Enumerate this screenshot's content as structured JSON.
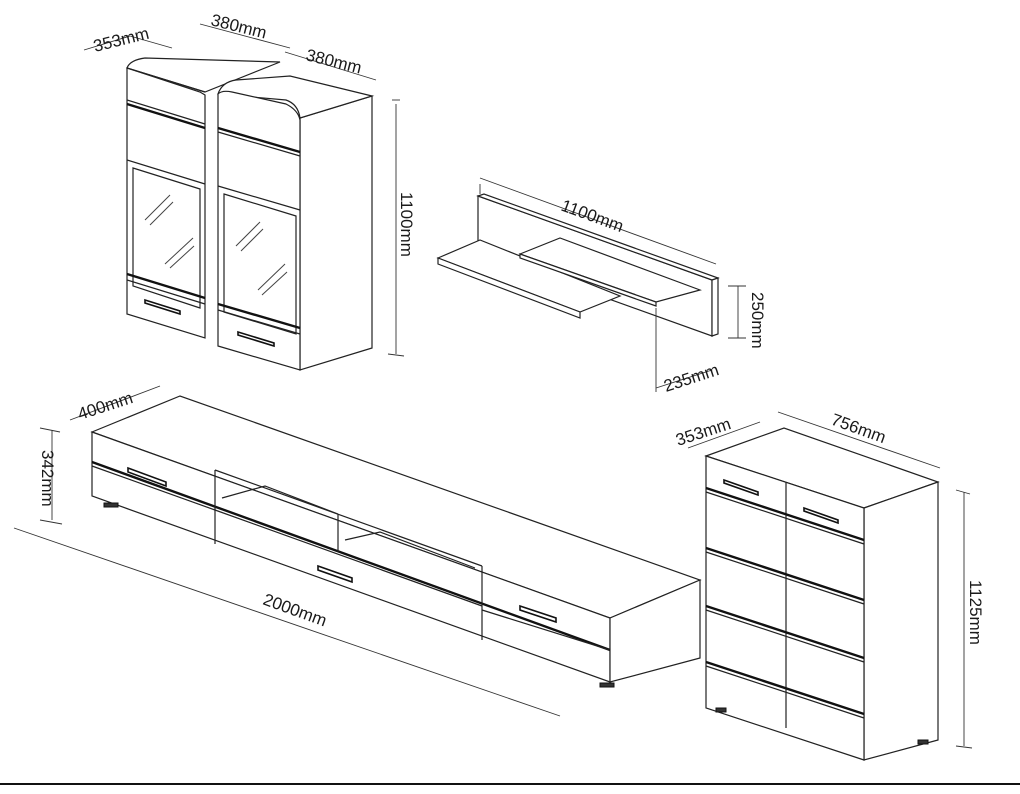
{
  "dimensions": {
    "tall_cabinet_depth": "353mm",
    "tall_cabinet_1_width": "380mm",
    "tall_cabinet_2_width": "380mm",
    "tall_cabinet_height": "1100mm",
    "shelf_width": "1100mm",
    "shelf_height": "250mm",
    "shelf_depth": "235mm",
    "tv_unit_depth": "400mm",
    "tv_unit_height": "342mm",
    "tv_unit_width": "2000mm",
    "dresser_depth": "353mm",
    "dresser_width": "756mm",
    "dresser_height": "1125mm"
  },
  "colors": {
    "line": "#222222",
    "background": "#ffffff"
  }
}
